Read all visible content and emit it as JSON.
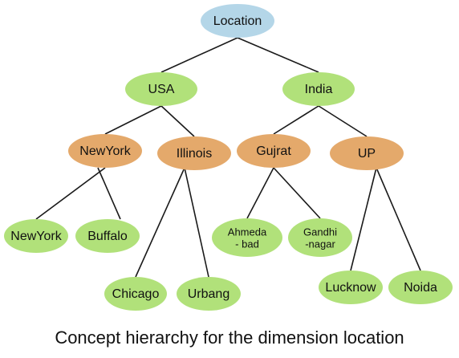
{
  "colors": {
    "root_fill": "#b4d6e8",
    "country_fill": "#b1e17a",
    "region_fill": "#e4a96b",
    "city_fill": "#b1e17a",
    "edge": "#1a1a1a"
  },
  "diagram": {
    "root": {
      "label": "Location"
    },
    "countries": [
      {
        "label": "USA"
      },
      {
        "label": "India"
      }
    ],
    "regions": [
      {
        "label": "NewYork"
      },
      {
        "label": "Illinois"
      },
      {
        "label": "Gujrat"
      },
      {
        "label": "UP"
      }
    ],
    "cities": [
      {
        "label": "NewYork"
      },
      {
        "label": "Buffalo"
      },
      {
        "label": "Ahmeda\n- bad"
      },
      {
        "label": "Gandhi\n-nagar"
      },
      {
        "label": "Chicago"
      },
      {
        "label": "Urbang"
      },
      {
        "label": "Lucknow"
      },
      {
        "label": "Noida"
      }
    ]
  },
  "caption": "Concept hierarchy for the dimension location"
}
